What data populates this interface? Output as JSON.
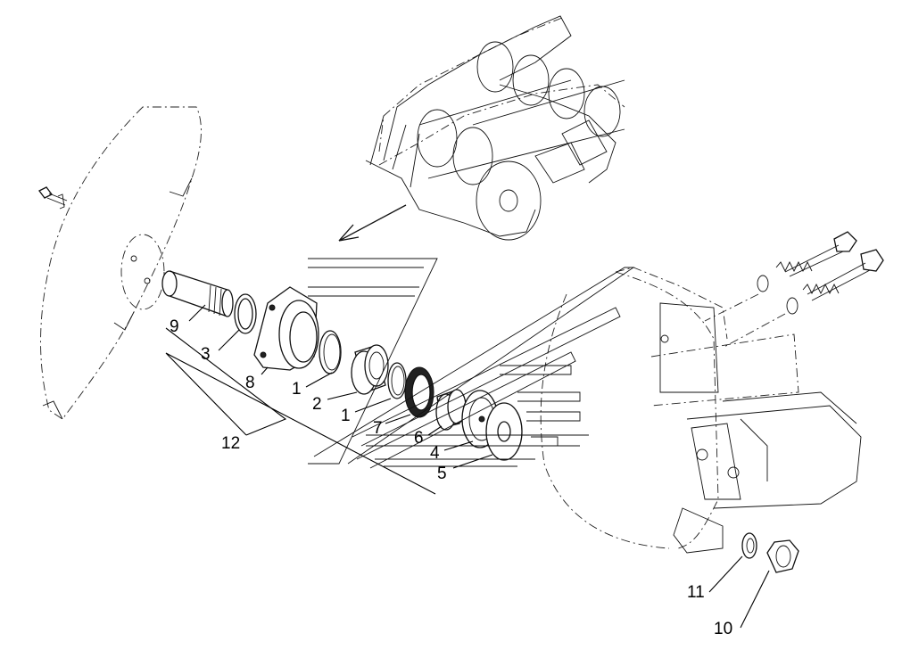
{
  "callouts": [
    {
      "id": "c1a",
      "text": "1"
    },
    {
      "id": "c1b",
      "text": "1"
    },
    {
      "id": "c2",
      "text": "2"
    },
    {
      "id": "c3",
      "text": "3"
    },
    {
      "id": "c4",
      "text": "4"
    },
    {
      "id": "c5",
      "text": "5"
    },
    {
      "id": "c6",
      "text": "6"
    },
    {
      "id": "c7",
      "text": "7"
    },
    {
      "id": "c8",
      "text": "8"
    },
    {
      "id": "c9",
      "text": "9"
    },
    {
      "id": "c10",
      "text": "10"
    },
    {
      "id": "c11",
      "text": "11"
    },
    {
      "id": "c12",
      "text": "12"
    }
  ]
}
